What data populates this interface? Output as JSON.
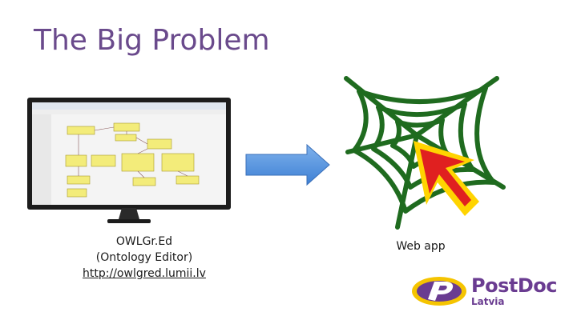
{
  "slide": {
    "title": "The Big Problem",
    "left_caption": {
      "line1": "OWLGr.Ed",
      "line2": "(Ontology Editor)",
      "link": "http://owlgred.lumii.lv"
    },
    "right_caption": "Web app",
    "logo": {
      "name_part1": "Post",
      "name_part2": "Doc",
      "sub": "Latvia"
    }
  },
  "colors": {
    "title": "#6a4a8c",
    "arrow": "#4f8fdc",
    "web": "#1f6b1f",
    "cursor_red": "#e02020",
    "cursor_yellow": "#ffd400",
    "logo_purple": "#6a3c91",
    "logo_yellow": "#f5c400"
  }
}
